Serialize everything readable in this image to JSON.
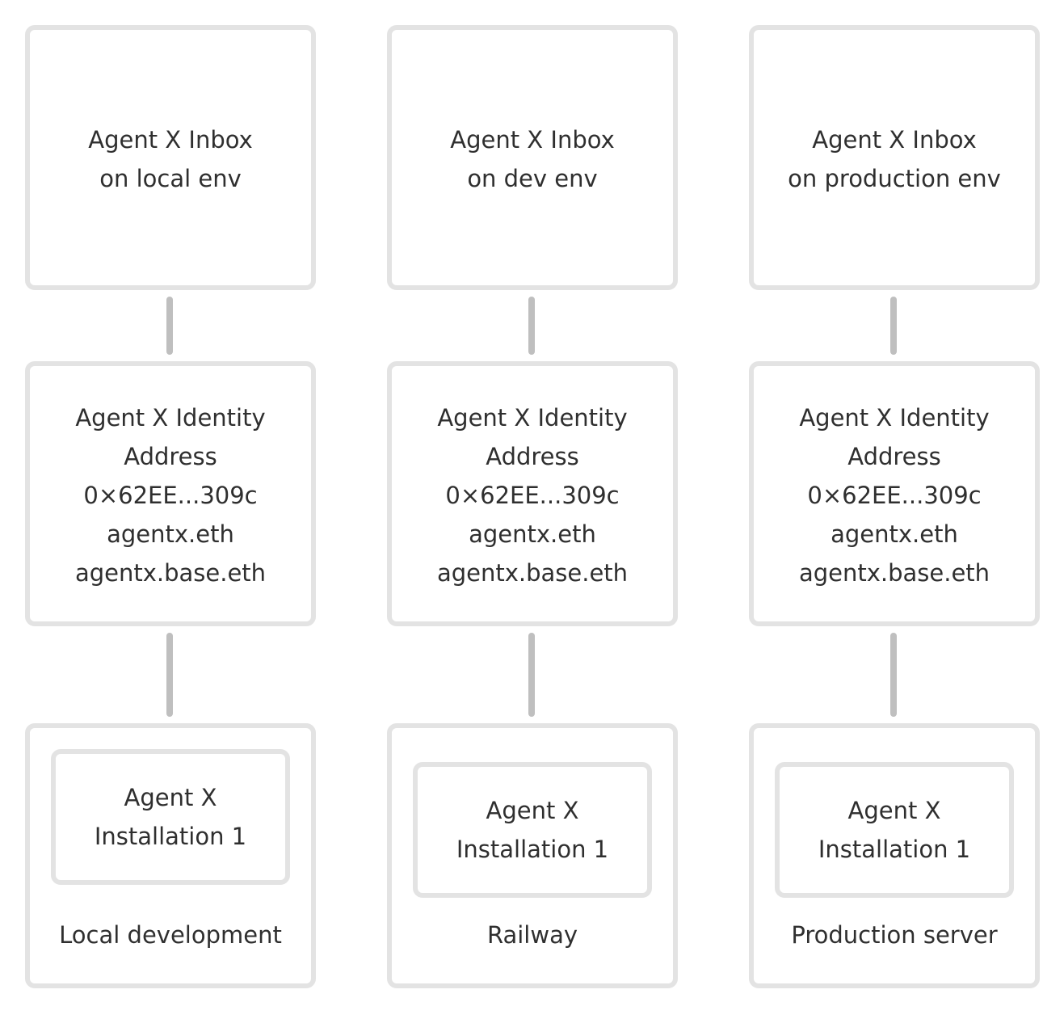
{
  "columns": [
    {
      "inbox": {
        "line1": "Agent X Inbox",
        "line2": "on local env"
      },
      "identity": {
        "line1": "Agent X Identity",
        "line2": "Address",
        "line3": "0×62EE...309c",
        "line4": "agentx.eth",
        "line5": "agentx.base.eth"
      },
      "installation": {
        "line1": "Agent X",
        "line2": "Installation 1"
      },
      "host": "Local development"
    },
    {
      "inbox": {
        "line1": "Agent X Inbox",
        "line2": "on dev env"
      },
      "identity": {
        "line1": "Agent X Identity",
        "line2": "Address",
        "line3": "0×62EE...309c",
        "line4": "agentx.eth",
        "line5": "agentx.base.eth"
      },
      "installation": {
        "line1": "Agent X",
        "line2": "Installation 1"
      },
      "host": "Railway"
    },
    {
      "inbox": {
        "line1": "Agent X Inbox",
        "line2": "on production env"
      },
      "identity": {
        "line1": "Agent X Identity",
        "line2": "Address",
        "line3": "0×62EE...309c",
        "line4": "agentx.eth",
        "line5": "agentx.base.eth"
      },
      "installation": {
        "line1": "Agent X",
        "line2": "Installation 1"
      },
      "host": "Production server"
    }
  ],
  "colors": {
    "border": "#e3e3e3",
    "connector": "#bfbfbf",
    "text": "#2f2f2f"
  }
}
